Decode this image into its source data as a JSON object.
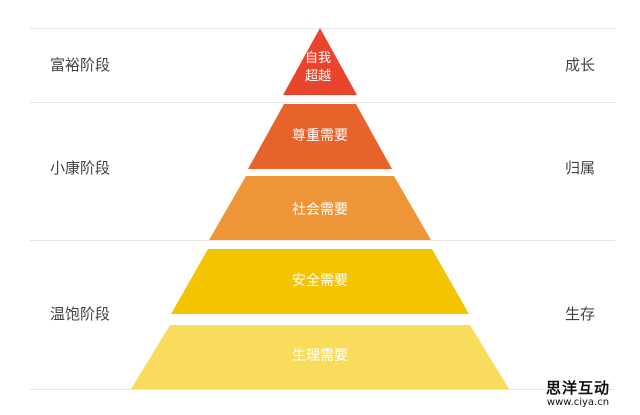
{
  "diagram": {
    "left_labels": [
      "富裕阶段",
      "小康阶段",
      "温饱阶段"
    ],
    "right_labels": [
      "成长",
      "归属",
      "生存"
    ],
    "tiers": [
      {
        "label_lines": [
          "自我",
          "超越"
        ],
        "color": "#e8452c"
      },
      {
        "label_lines": [
          "尊重需要"
        ],
        "color": "#e8622c"
      },
      {
        "label_lines": [
          "社会需要"
        ],
        "color": "#ee9637"
      },
      {
        "label_lines": [
          "安全需要"
        ],
        "color": "#f5c400"
      },
      {
        "label_lines": [
          "生理需要"
        ],
        "color": "#f9dc5c"
      }
    ]
  },
  "watermark": {
    "title": "思洋互动",
    "url": "www.ciya.cn"
  }
}
